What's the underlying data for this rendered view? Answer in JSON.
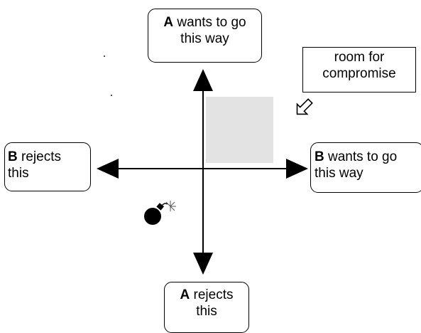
{
  "boxes": {
    "a_wants": {
      "bold": "A",
      "line1_rest": " wants to go",
      "line2": "this way"
    },
    "b_wants": {
      "bold": "B",
      "line1_rest": " wants to go",
      "line2": "this way"
    },
    "b_rejects": {
      "bold": "B",
      "line1_rest": " rejects",
      "line2": "this"
    },
    "a_rejects": {
      "bold": "A",
      "line1_rest": " rejects",
      "line2": "this"
    },
    "room": {
      "line1": "room for",
      "line2": "compromise"
    }
  },
  "icons": {
    "bomb": "bomb-icon",
    "pointer": "hollow-arrow-icon"
  },
  "colors": {
    "line": "#000000",
    "compromise_region": "#e3e3e3",
    "background": "#ffffff"
  }
}
